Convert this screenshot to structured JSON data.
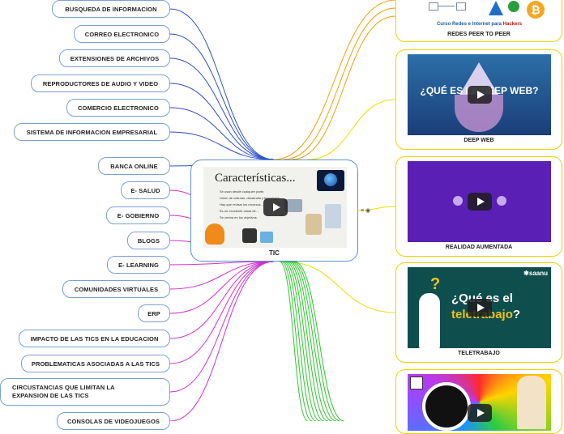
{
  "center": {
    "label": "TIC",
    "thumb_title": "Características...",
    "thumb_lines": [
      "Se usan desde cualquier parte.",
      "Unión de culturas, desarrollo y tecnología.",
      "Hay que revisar los recursos...",
      "Es un excelente canal de...",
      "Se centra en los objetivos."
    ]
  },
  "left_nodes": [
    "BUSQUEDA DE INFORMACION",
    "CORREO ELECTRONICO",
    "EXTENSIONES DE ARCHIVOS",
    "REPRODUCTORES DE AUDIO Y VIDEO",
    "COMERCIO ELECTRONICO",
    "SISTEMA DE INFORMACION EMPRESARIAL",
    "BANCA ONLINE",
    "E- SALUD",
    "E- GOBIERNO",
    "BLOGS",
    "E- LEARNING",
    "COMUNIDADES VIRTUALES",
    "ERP",
    "IMPACTO DE LAS TICS EN LA EDUCACION",
    "PROBLEMATICAS ASOCIADAS A LAS TICS",
    "CIRCUSTANCIAS QUE LIMITAN LA EXPANSION DE LAS TICS",
    "CONSOLAS DE VIDEOJUEGOS"
  ],
  "right_cards": [
    {
      "label": "REDES PEER TO PEER",
      "thumb_text": "Curso Redes e Internet para",
      "thumb_text_accent": "Hackers"
    },
    {
      "label": "DEEP WEB",
      "thumb_text": "¿QUÉ ES LA DEEP WEB?"
    },
    {
      "label": "REALIDAD AUMENTADA"
    },
    {
      "label": "TELETRABAJO",
      "thumb_text_1": "¿Qué es el",
      "thumb_text_2a": "tele",
      "thumb_text_2b": "trabajo",
      "thumb_text_2c": "?",
      "brand": "saanu"
    },
    {
      "label": ""
    }
  ],
  "colors": {
    "left_links": "#2f4fd0",
    "left_links_lower": "#d22fd0",
    "right_links_top": "#f0a000",
    "right_links_mid": "#e8e000",
    "right_links_low": "#2ec52e",
    "node_border": "#7aa0d4",
    "card_border": "#f0d000"
  }
}
